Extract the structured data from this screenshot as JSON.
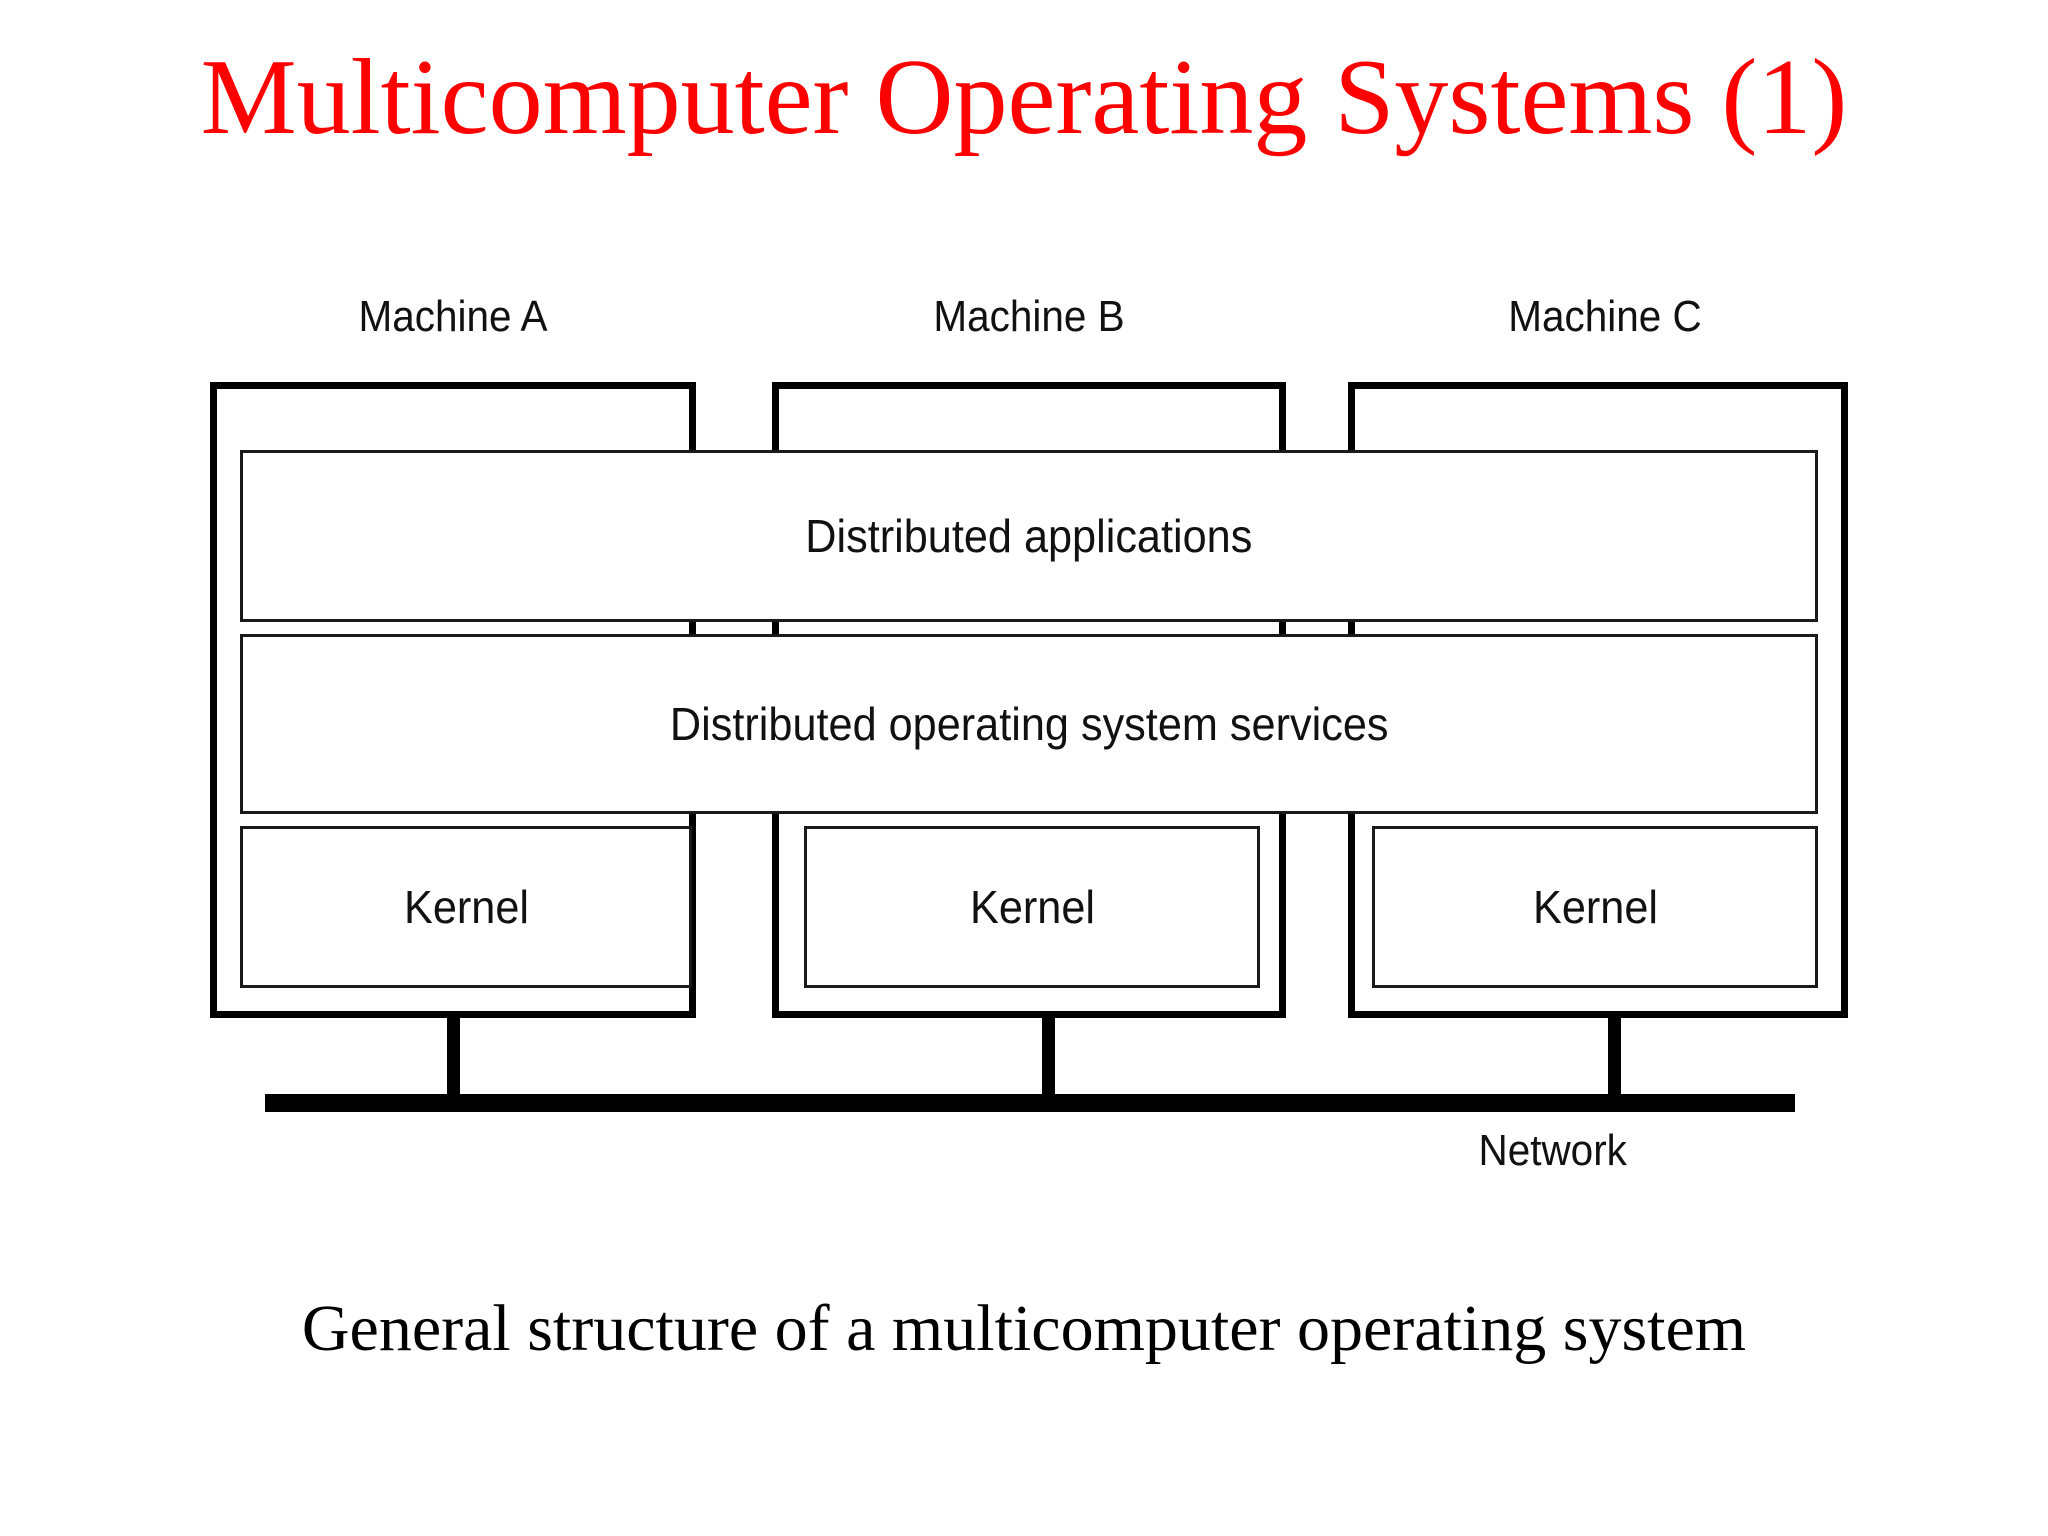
{
  "slide": {
    "title": "Multicomputer Operating Systems (1)",
    "title_color": "#ff0000",
    "caption": "General structure of a multicomputer operating system",
    "background_color": "#ffffff",
    "line_color": "#000000"
  },
  "diagram": {
    "machines": [
      {
        "label": "Machine A",
        "kernel_label": "Kernel"
      },
      {
        "label": "Machine B",
        "kernel_label": "Kernel"
      },
      {
        "label": "Machine C",
        "kernel_label": "Kernel"
      }
    ],
    "layers": [
      {
        "label": "Distributed applications"
      },
      {
        "label": "Distributed operating system services"
      }
    ],
    "network": {
      "label": "Network"
    }
  }
}
